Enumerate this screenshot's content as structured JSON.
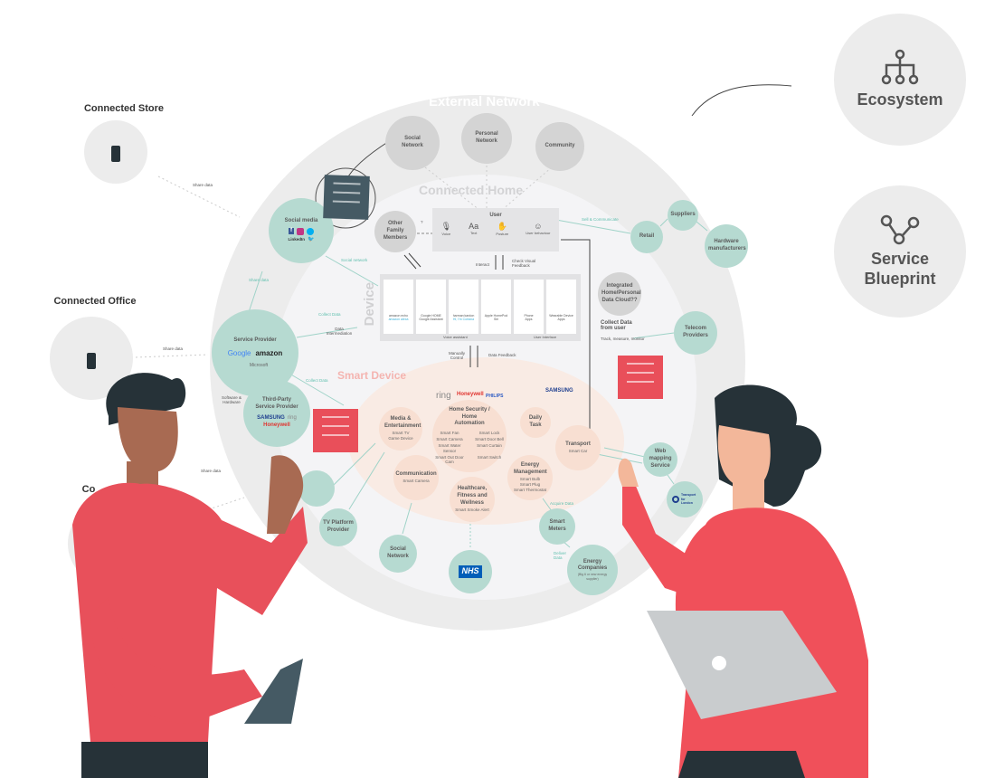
{
  "external_network": {
    "title": "External Network",
    "nodes": [
      "Social Network",
      "Personal Network",
      "Community"
    ]
  },
  "connected_home": {
    "title": "Connected Home",
    "other_family": "Other Family Members",
    "question": "?"
  },
  "user": {
    "title": "User",
    "inputs": [
      "Voice",
      "Text",
      "Posture",
      "User behaviour"
    ],
    "text_glyph": "Aa"
  },
  "device": {
    "title": "Device",
    "products": [
      {
        "top": "amazon echo",
        "bottom": "amazon alexa"
      },
      {
        "top": "Google HOME",
        "bottom": "Google Assistant"
      },
      {
        "top": "harman kardon",
        "bottom": "Hi, I'm Cortana"
      },
      {
        "top": "Apple HomePod",
        "bottom": "Siri"
      },
      {
        "top": "Phone",
        "bottom": "Apps"
      },
      {
        "top": "Wearable Device",
        "bottom": "Apps"
      }
    ],
    "groups": [
      "Voice assistant",
      "User Interface"
    ]
  },
  "smart_device": {
    "title": "Smart Device",
    "brands": [
      "ring",
      "Honeywell",
      "PHILIPS",
      "SAMSUNG"
    ],
    "categories": [
      {
        "title": "Media & Entertainment",
        "items": [
          "Smart TV",
          "Game Device"
        ]
      },
      {
        "title": "Home Security / Home Automation",
        "items": [
          "Smart Fan",
          "Smart Lock",
          "Smart Camera",
          "Smart Door Bell",
          "Smart Water Sensor",
          "Smart Curtain",
          "Smart Out Door Cam",
          "Smart Switch"
        ]
      },
      {
        "title": "Daily Task",
        "items": []
      },
      {
        "title": "Transport",
        "items": [
          "Smart Car"
        ]
      },
      {
        "title": "Communication",
        "items": [
          "Smart Camera"
        ]
      },
      {
        "title": "Healthcare, Fitness and Wellness",
        "items": [
          "Smart Smoke Alert"
        ]
      },
      {
        "title": "Energy Management",
        "items": [
          "Smart Bulb",
          "Smart Plug",
          "Smart Thermostat"
        ]
      }
    ]
  },
  "stakeholders": {
    "social_media": {
      "title": "Social media",
      "brands": [
        "f",
        "LinkedIn"
      ]
    },
    "service_provider": {
      "title": "Service Provider",
      "brands": [
        "Google",
        "amazon",
        "Microsoft"
      ]
    },
    "third_party": {
      "title": "Third-Party Service Provider",
      "brands": [
        "SAMSUNG",
        "ring",
        "Honeywell"
      ]
    },
    "retail": "Retail",
    "suppliers": "Suppliers",
    "hardware": "Hardware manufacturers",
    "integrated": "Integrated Home/Personal Data Cloud??",
    "collect_title": "Collect Data from user",
    "collect_sub": "Track, measure, monitor",
    "telecom": "Telecom Providers",
    "web_mapping": "Web mapping Service",
    "tfl": "Transport for London",
    "smart_meters": "Smart Meters",
    "energy_companies": "Energy Companies",
    "energy_sub": "(Big 6 or new energy supplier)",
    "nhs": "NHS",
    "social_network": "Social Network",
    "tv_platform": "TV Platform Provider"
  },
  "arrow_labels": {
    "share_data": "Share data",
    "share_data2": "Share data",
    "social_network": "Social network",
    "collect_data": "Collect Data",
    "collect_data2": "Collect Data",
    "data_intermediation": "Data Intermediation",
    "software_hardware": "Software & Hardware",
    "sell_communicate": "Sell & Communicate",
    "interact": "Interact",
    "check_feedback": "Check Visual Feedback",
    "manually_control": "Manually Control",
    "data_feedback": "Data Feedback",
    "acquire_data": "Acquire Data",
    "deliver_data": "Deliver Data",
    "share_store": "Share data",
    "share_office": "Share data",
    "share_bottom": "Share data"
  },
  "connected": {
    "store": "Connected Store",
    "office": "Connected Office",
    "third": "Co"
  },
  "side_nav": {
    "ecosystem": "Ecosystem",
    "service_blueprint": "Service Blueprint"
  },
  "colors": {
    "teal": "#b6dad1",
    "gray": "#d4d4d4",
    "peach": "#f8dfd2",
    "red": "#e94f5a",
    "dark": "#455a64",
    "accent_text": "#5fbfae"
  }
}
